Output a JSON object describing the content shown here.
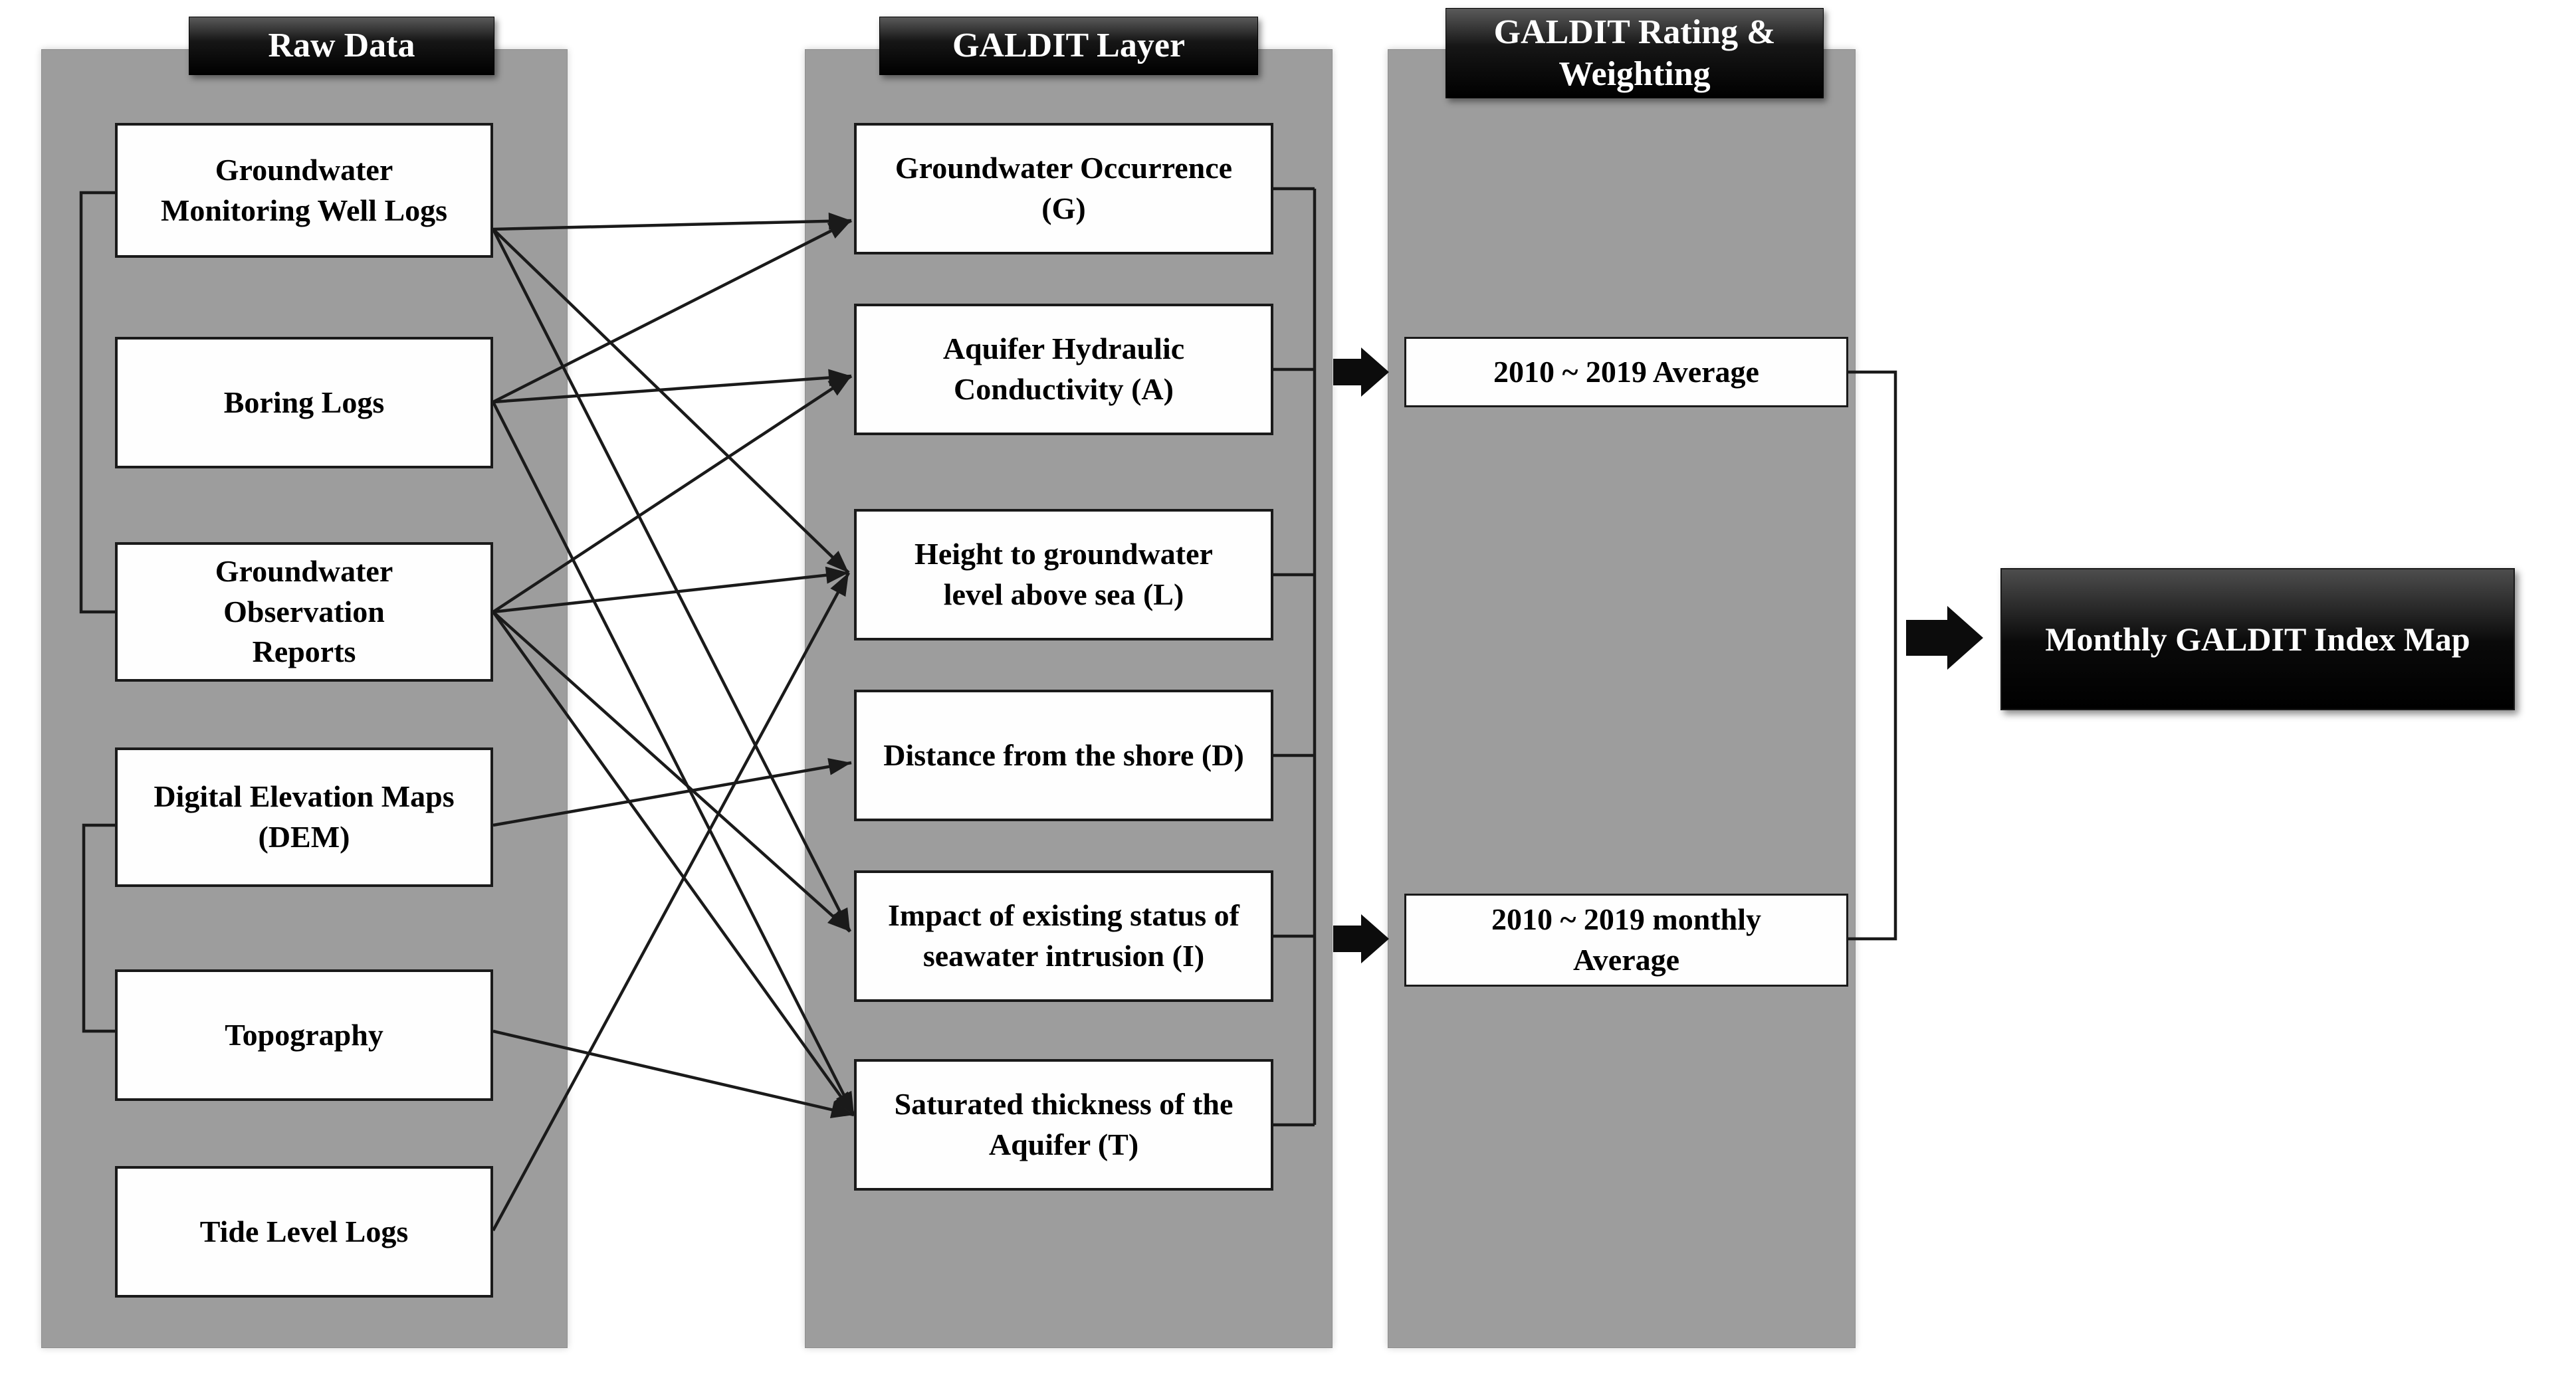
{
  "columns": [
    {
      "id": "raw",
      "header": "Raw Data",
      "boxes": [
        {
          "id": "raw-1",
          "label": "Groundwater Monitoring Well Logs"
        },
        {
          "id": "raw-2",
          "label": "Boring Logs"
        },
        {
          "id": "raw-3",
          "label": "Groundwater Observation Reports"
        },
        {
          "id": "raw-4",
          "label": "Digital Elevation Maps (DEM)"
        },
        {
          "id": "raw-5",
          "label": "Topography"
        },
        {
          "id": "raw-6",
          "label": "Tide Level Logs"
        }
      ]
    },
    {
      "id": "galdit",
      "header": "GALDIT Layer",
      "boxes": [
        {
          "id": "G",
          "label": "Groundwater Occurrence (G)"
        },
        {
          "id": "A",
          "label": "Aquifer Hydraulic Conductivity (A)"
        },
        {
          "id": "L",
          "label": "Height to groundwater level above sea (L)"
        },
        {
          "id": "D",
          "label": "Distance from the shore (D)"
        },
        {
          "id": "I",
          "label": "Impact of existing status of seawater intrusion (I)"
        },
        {
          "id": "T",
          "label": "Saturated thickness of the Aquifer (T)"
        }
      ]
    },
    {
      "id": "rating",
      "header": "GALDIT Rating & Weighting",
      "boxes": [
        {
          "id": "avg",
          "label": "2010 ~ 2019 Average"
        },
        {
          "id": "monthly",
          "label": "2010 ~ 2019 monthly Average"
        }
      ]
    }
  ],
  "output": {
    "id": "output",
    "label": "Monthly GALDIT Index Map"
  },
  "connections": [
    {
      "from": "raw-1",
      "to": "G"
    },
    {
      "from": "raw-1",
      "to": "L"
    },
    {
      "from": "raw-1",
      "to": "I"
    },
    {
      "from": "raw-2",
      "to": "G"
    },
    {
      "from": "raw-2",
      "to": "A"
    },
    {
      "from": "raw-2",
      "to": "T"
    },
    {
      "from": "raw-3",
      "to": "A"
    },
    {
      "from": "raw-3",
      "to": "L"
    },
    {
      "from": "raw-3",
      "to": "I"
    },
    {
      "from": "raw-3",
      "to": "T"
    },
    {
      "from": "raw-4",
      "to": "D"
    },
    {
      "from": "raw-5",
      "to": "T"
    },
    {
      "from": "raw-6",
      "to": "L"
    }
  ],
  "left_group_brackets": [
    {
      "members": [
        "raw-1",
        "raw-3"
      ]
    },
    {
      "members": [
        "raw-4",
        "raw-5"
      ]
    }
  ],
  "layer_bracket_members": [
    "G",
    "A",
    "L",
    "D",
    "I",
    "T"
  ],
  "rating_bracket_members": [
    "avg",
    "monthly"
  ],
  "flow_arrows": [
    {
      "from": "galdit-bracket",
      "to": "avg"
    },
    {
      "from": "galdit-bracket",
      "to": "monthly"
    },
    {
      "from": "rating-bracket",
      "to": "output"
    }
  ],
  "colors": {
    "panel": "#9d9d9d",
    "header_bg": "#000000",
    "header_text": "#ffffff",
    "box_bg": "#fefefe",
    "box_border": "#1a1a1a",
    "connector": "#1a1a1a",
    "output_bg": "#000000",
    "output_text": "#ffffff"
  }
}
